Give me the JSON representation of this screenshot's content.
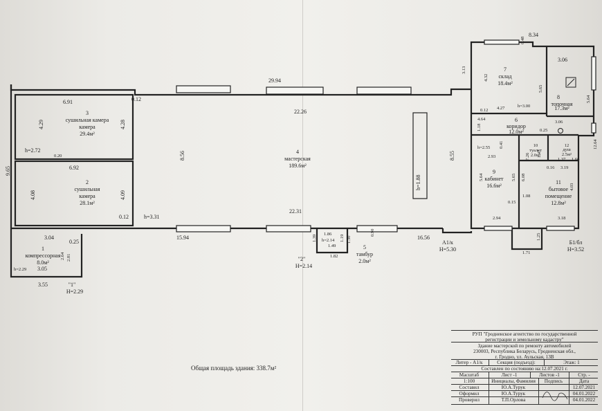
{
  "rooms": [
    {
      "num": "1",
      "name": "компрессорная",
      "area": "8.0м²"
    },
    {
      "num": "2",
      "name": "сушильная камера",
      "area": "28.1м²"
    },
    {
      "num": "3",
      "name": "сушильная камера",
      "area": "29.4м²"
    },
    {
      "num": "4",
      "name": "мастерская",
      "area": "189.6м²"
    },
    {
      "num": "5",
      "name": "тамбур",
      "area": "2.0м²"
    },
    {
      "num": "6",
      "name": "коридор",
      "area": "12.0м²"
    },
    {
      "num": "7",
      "name": "склад",
      "area": "18.4м²"
    },
    {
      "num": "8",
      "name": "топочная",
      "area": "17.3м²"
    },
    {
      "num": "9",
      "name": "кабинет",
      "area": "16.6м²"
    },
    {
      "num": "10",
      "name": "туалет",
      "area": "2.0м²"
    },
    {
      "num": "11",
      "name": "бытовое помещение",
      "area": "12.8м²"
    },
    {
      "num": "12",
      "name": "душ",
      "area": "2.5м²"
    }
  ],
  "dimensions": {
    "top_wall": "29.94",
    "main_width_top": "22.26",
    "main_width_bottom": "22.31",
    "bottom_right": "16.56",
    "bottom_left": "15.94",
    "left_height": "9.65",
    "right_height": "12.64",
    "main_height": "8.56",
    "main_height_right": "8.55",
    "r3_width": "6.91",
    "r3_height": "4.29",
    "r3_height_r": "4.28",
    "r2_width": "6.92",
    "r2_height": "4.08",
    "r2_height_r": "4.09",
    "r1_width": "3.04",
    "r1_width_b": "3.55",
    "r1_h": "2.64",
    "r1_h2": "2.81",
    "r1_h3": "3.05",
    "d_0_12a": "0.12",
    "d_0_12b": "0.12",
    "d_0_20": "0.20",
    "d_0_25": "0.25",
    "r7_top": "8.34",
    "r7_wall": "0.48",
    "r7_h": "4.32",
    "r7_left": "3.13",
    "r7_w": "4.27",
    "r7_012": "0.12",
    "r8_w": "3.06",
    "r8_h": "5.65",
    "r8_h2": "5.64",
    "r8_w2": "3.06",
    "r6_w": "4.64",
    "r6_h": "1.18",
    "r6_025": "0.25",
    "r9_w": "2.93",
    "r9_h": "5.64",
    "r9_h2": "5.65",
    "r9_041": "0.41",
    "r9_015": "0.15",
    "r9_w2": "2.94",
    "r9_108": "1.08",
    "r9_608": "6.08",
    "r9_726": "7.26",
    "r10_147": "1.47",
    "r12_137": "1.37",
    "r12_166": "1.66",
    "r11_016": "0.16",
    "r11_319": "3.19",
    "r11_403": "4.03",
    "r11_318": "3.18",
    "r11_125": "1.25",
    "r11_171": "1.71",
    "r5_186": "1.86",
    "r5_149": "1.49",
    "r5_182": "1.82",
    "r5_139": "1.39",
    "r5_119": "1.19",
    "r5_130": "1.30",
    "r5_090": "0.90"
  },
  "heights": {
    "h_main_pit": "h=1.88",
    "h_r2": "h=2.72",
    "h_main": "h=3.31",
    "h_r1": "h=2.29",
    "h_r5": "h=2.14",
    "h_r7": "h=3.00",
    "h_r9": "h=2.55"
  },
  "liters": {
    "a1k": "А1/к",
    "a1k_h": "H=5.30",
    "b1bl": "Б1/бл",
    "b1bl_h": "H=3.52",
    "l1": "\"1\"",
    "l1_h": "H=2.29",
    "l2": "\"2\"",
    "l2_h": "H=2.14"
  },
  "total_area": "Общая площадь здания: 338.7м²",
  "stamp": {
    "org_line1": "РУП \"Гродненское агентство по государственной",
    "org_line2": "регистрации  и земельному кадастру\"",
    "obj_line1": "Здание мастерской по ремонту автомобилей",
    "obj_line2": "230003, Республика Беларусь, Гродненская обл.,",
    "obj_line3": "г. Гродно, ул. Аульская, 13В",
    "liter": "Литер - А1/к",
    "section": "Секция (подъезд):",
    "floor": "Этаж: 1",
    "compiled_state": "Составлен по состоянию на:12.07.2021 г.",
    "h_scale": "Масштаб",
    "h_sheet": "Лист -1",
    "h_sheets": "Листов -1",
    "h_page": "Стр. -",
    "scale": "1:100",
    "h_ini": "Инициалы, Фамилия",
    "h_sign": "Подпись",
    "h_date": "Дата",
    "r1_role": "Составил",
    "r1_name": "Ю.А.Турук",
    "r1_date": "12.07.2021",
    "r2_role": "Оформил",
    "r2_name": "Ю.А.Турук",
    "r2_date": "04.01.2022",
    "r3_role": "Проверил",
    "r3_name": "Т.П.Орлова",
    "r3_date": "04.01.2022"
  }
}
